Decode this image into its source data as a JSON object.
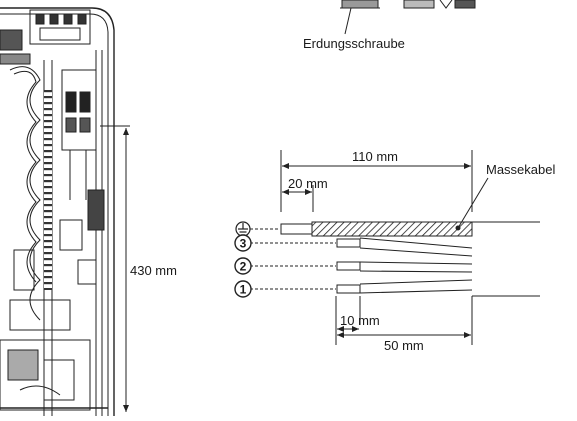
{
  "labels": {
    "ground_screw": "Erdungsschraube",
    "ground_cable": "Massekabel"
  },
  "dimensions": {
    "unit_height": "430 mm",
    "cable_total_strip": "110 mm",
    "ground_wire_strip": "20 mm",
    "core_end_strip": "10 mm",
    "core_sheath_length": "50 mm"
  },
  "terminals": [
    {
      "id": "ground",
      "symbol": "ground-symbol"
    },
    {
      "id": "3",
      "label": "3"
    },
    {
      "id": "2",
      "label": "2"
    },
    {
      "id": "1",
      "label": "1"
    }
  ]
}
